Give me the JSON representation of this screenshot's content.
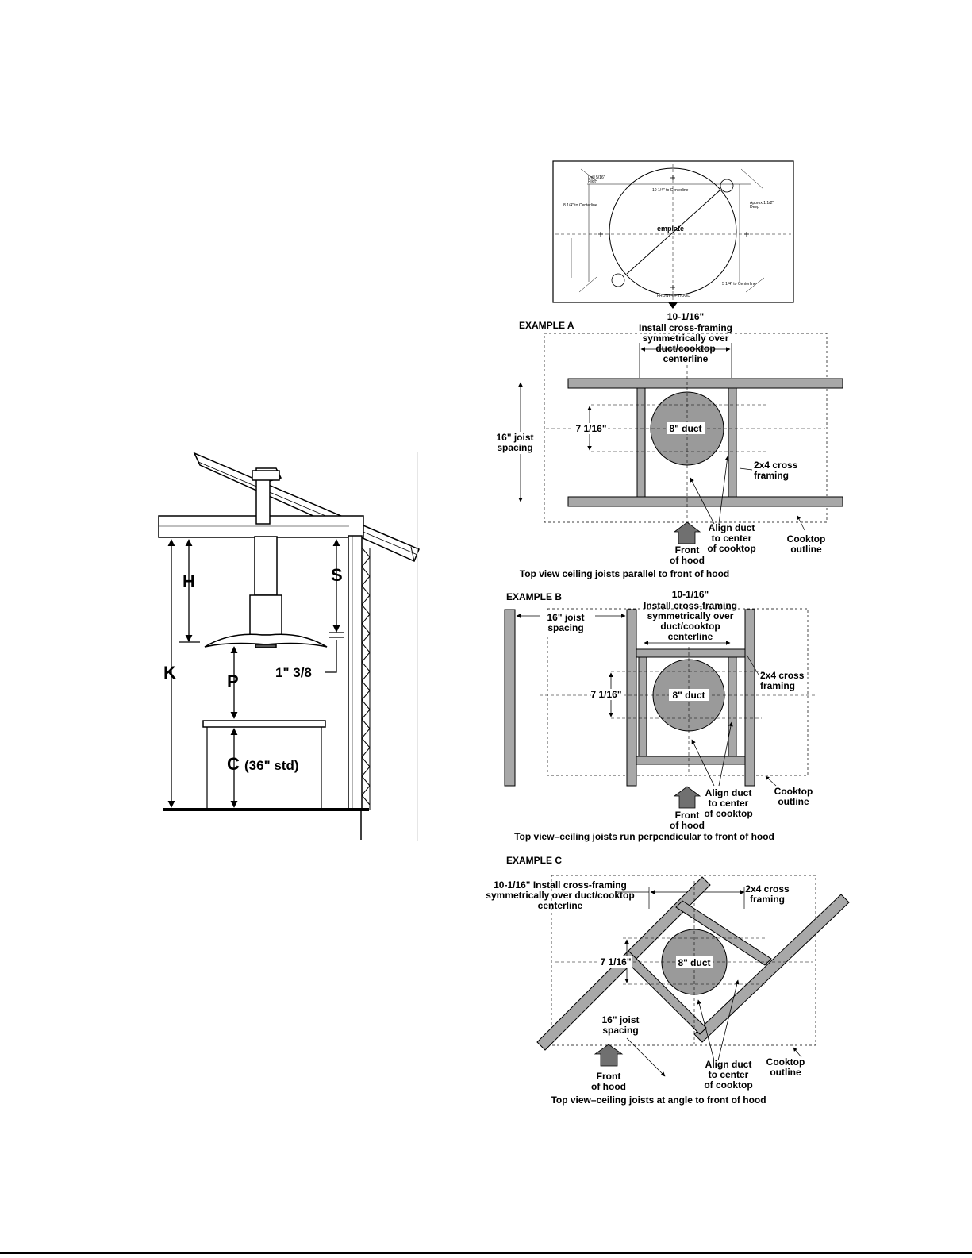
{
  "side_view": {
    "dim_H": "H",
    "dim_S": "S",
    "dim_K": "K",
    "dim_P": "P",
    "dim_C": "C",
    "dim_C_note": "(36\" std)",
    "dim_offset": "1\" 3/8"
  },
  "template": {
    "text": "emplate",
    "front_label": "FRONT OF HOOD",
    "notes": [
      "Drill 5/16\"",
      "Pilot",
      "Approx 1 1/2\"",
      "Deep",
      "10 1/4\" to Centerline",
      "8 1/4\" to Centerline",
      "5 1/4\" to Centerline"
    ]
  },
  "example_a": {
    "title": "EXAMPLE A",
    "width_dim": "10-1/16\"",
    "install_note": [
      "Install cross-framing",
      "symmetrically over",
      "duct/cooktop",
      "centerline"
    ],
    "duct": "8\" duct",
    "inner_dim": "7 1/16\"",
    "joist_spacing": [
      "16\" joist",
      "spacing"
    ],
    "cross_framing": [
      "2x4 cross",
      "framing"
    ],
    "align": [
      "Align duct",
      "to center",
      "of cooktop"
    ],
    "cooktop": [
      "Cooktop",
      "outline"
    ],
    "front": [
      "Front",
      "of hood"
    ],
    "caption": "Top view  ceiling joists parallel to front of hood"
  },
  "example_b": {
    "title": "EXAMPLE B",
    "width_dim": "10-1/16\"",
    "install_note": [
      "Install cross-framing",
      "symmetrically over",
      "duct/cooktop",
      "centerline"
    ],
    "duct": "8\" duct",
    "inner_dim": "7 1/16\"",
    "joist_spacing": [
      "16\" joist",
      "spacing"
    ],
    "cross_framing": [
      "2x4 cross",
      "framing"
    ],
    "align": [
      "Align duct",
      "to center",
      "of cooktop"
    ],
    "cooktop": [
      "Cooktop",
      "outline"
    ],
    "front": [
      "Front",
      "of hood"
    ],
    "caption": "Top view–ceiling joists run perpendicular to front of hood"
  },
  "example_c": {
    "title": "EXAMPLE C",
    "install_note": [
      "10-1/16\" Install cross-framing",
      "symmetrically over duct/cooktop",
      "centerline"
    ],
    "duct": "8\" duct",
    "inner_dim": "7 1/16\"",
    "joist_spacing": [
      "16\" joist",
      "spacing"
    ],
    "cross_framing": [
      "2x4 cross",
      "framing"
    ],
    "align": [
      "Align duct",
      "to center",
      "of cooktop"
    ],
    "cooktop": [
      "Cooktop",
      "outline"
    ],
    "front": [
      "Front",
      "of hood"
    ],
    "caption": "Top view–ceiling joists at angle to front of hood"
  },
  "colors": {
    "line": "#000000",
    "wood": "#a8a8a8",
    "duct": "#9a9a9a",
    "arrow": "#707070"
  }
}
